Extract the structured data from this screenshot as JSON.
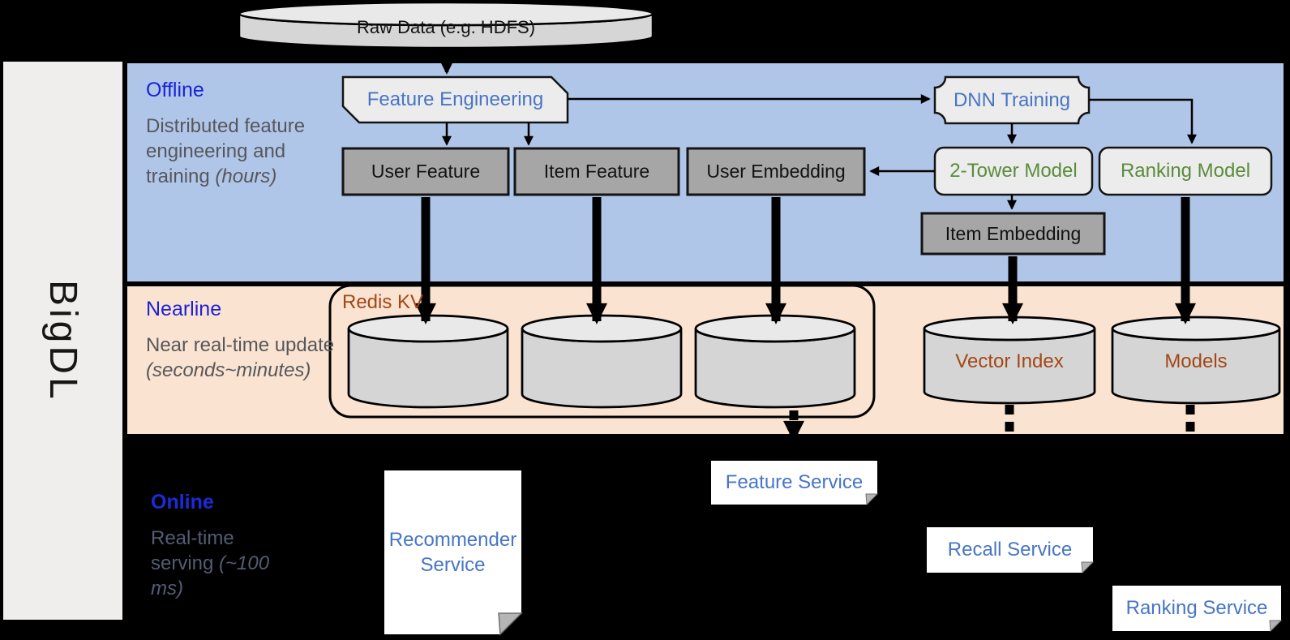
{
  "brand": "BigDL",
  "bands": {
    "offline": {
      "label": "Offline",
      "desc": "Distributed feature engineering and training ",
      "desc_note": "(hours)"
    },
    "nearline": {
      "label": "Nearline",
      "desc": "Near real-time update ",
      "desc_note": "(seconds~minutes)"
    },
    "online": {
      "label": "Online",
      "desc": "Real-time serving ",
      "desc_note": "(~100 ms)"
    }
  },
  "nodes": {
    "raw_data": "Raw Data (e.g. HDFS)",
    "feature_engineering": "Feature Engineering",
    "dnn_training": "DNN Training",
    "user_feature": "User Feature",
    "item_feature": "Item Feature",
    "user_embedding": "User Embedding",
    "two_tower_model": "2-Tower Model",
    "ranking_model": "Ranking Model",
    "item_embedding": "Item Embedding",
    "redis_kv": "Redis KV",
    "vector_index": "Vector Index",
    "models": "Models",
    "recommender_service": "Recommender Service",
    "feature_service": "Feature Service",
    "recall_service": "Recall Service",
    "ranking_service": "Ranking Service"
  },
  "colors": {
    "offline_band": "#b0c6e8",
    "nearline_band": "#fae3d1",
    "online_band": "#000000",
    "sidebar": "#efeeec",
    "gray_box": "#a6a6a6",
    "light_box": "#ececec",
    "cylinder_body": "#d5d5d5",
    "cylinder_top": "#e9e9e9",
    "node_text_blue": "#4775c5",
    "node_text_green": "#5a8c3c",
    "node_text_rust": "#a34715",
    "band_label_blue": "#1a23d8",
    "desc_gray": "#56575b",
    "arrow_black": "#000000"
  }
}
